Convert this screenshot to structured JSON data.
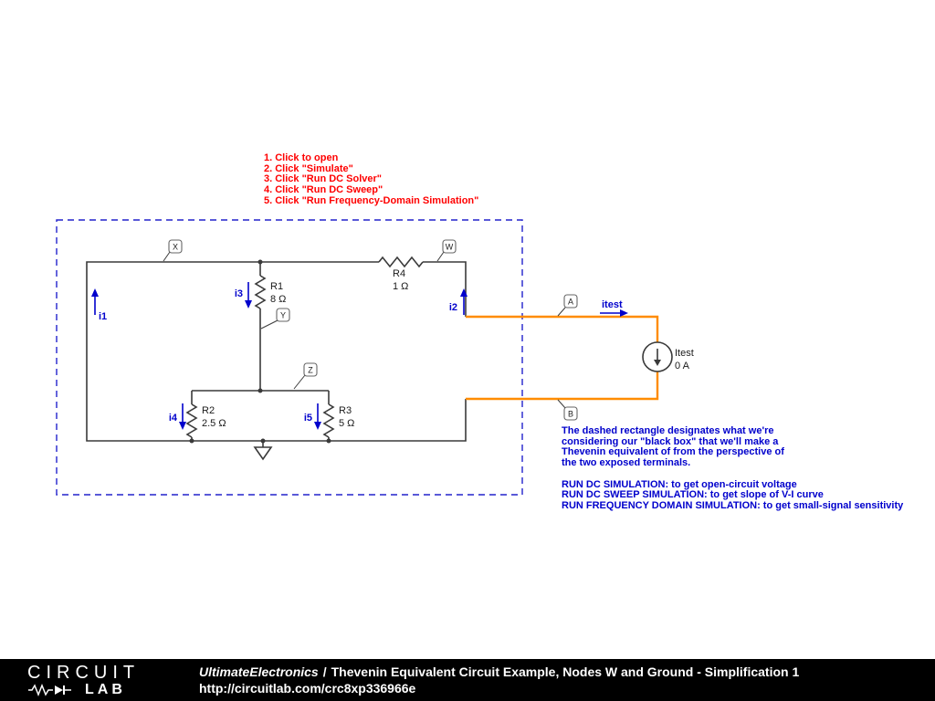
{
  "instructions": {
    "color": "#ff0000",
    "lines": [
      "1. Click to open",
      "2. Click \"Simulate\"",
      "3. Click \"Run DC Solver\"",
      "4. Click \"Run DC Sweep\"",
      "5. Click \"Run Frequency-Domain Simulation\""
    ]
  },
  "schematic": {
    "nodes": {
      "x": "X",
      "y": "Y",
      "z": "Z",
      "w": "W",
      "a": "A",
      "b": "B"
    },
    "resistors": {
      "r1": {
        "name": "R1",
        "value": "8 Ω"
      },
      "r2": {
        "name": "R2",
        "value": "2.5 Ω"
      },
      "r3": {
        "name": "R3",
        "value": "5 Ω"
      },
      "r4": {
        "name": "R4",
        "value": "1 Ω"
      }
    },
    "source": {
      "name": "Itest",
      "value": "0 A"
    },
    "currents": {
      "i1": "i1",
      "i2": "i2",
      "i3": "i3",
      "i4": "i4",
      "i5": "i5",
      "itest": "itest"
    },
    "colors": {
      "wire": "#3a3a3a",
      "highlight": "#ff8c00",
      "current_label": "#0000cc",
      "blackbox_dash": "#2222cc"
    }
  },
  "note": {
    "color": "#0000cc",
    "para_lines": [
      "The dashed rectangle designates what we're",
      "considering our \"black box\" that we'll make a",
      "Thevenin equivalent of from the perspective of",
      "the two exposed terminals."
    ],
    "run_lines": [
      "RUN DC SIMULATION: to get open-circuit voltage",
      "RUN DC SWEEP SIMULATION: to get slope of V-I curve",
      "RUN FREQUENCY DOMAIN SIMULATION: to get small-signal sensitivity"
    ]
  },
  "footer": {
    "logo_line1": "CIRCUIT",
    "logo_line2": "LAB",
    "breadcrumb_author": "UltimateElectronics",
    "breadcrumb_separator": "/",
    "title": "Thevenin Equivalent Circuit Example, Nodes W and Ground - Simplification 1",
    "url": "http://circuitlab.com/crc8xp336966e"
  }
}
